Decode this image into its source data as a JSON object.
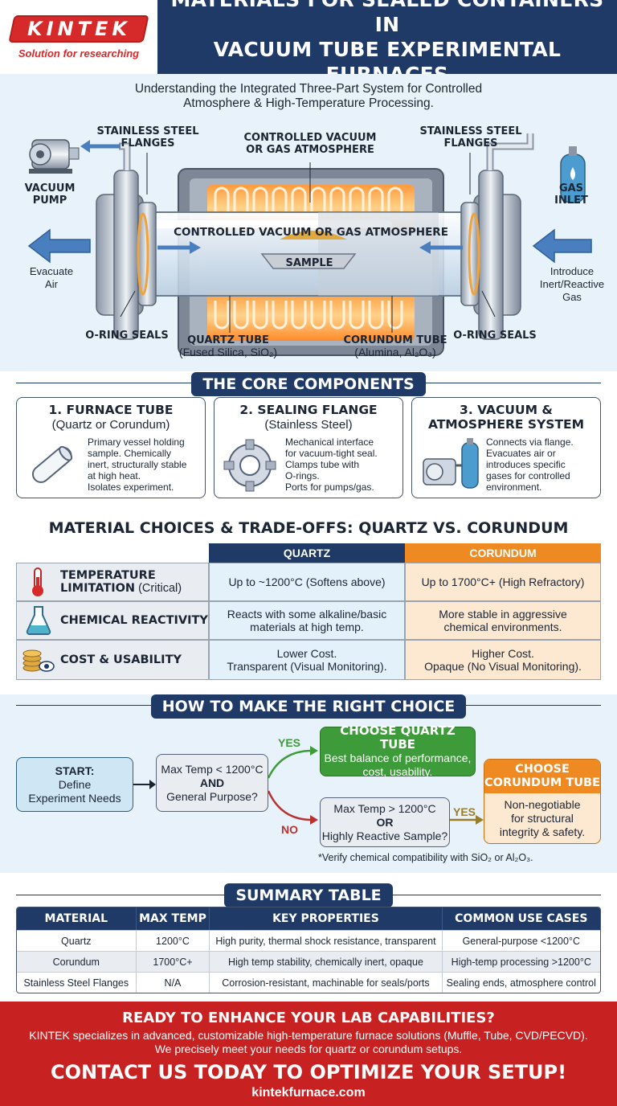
{
  "brand": {
    "name": "KINTEK",
    "tagline": "Solution for researching"
  },
  "header": {
    "title_line1": "MATERIALS FOR SEALED CONTAINERS IN",
    "title_line2": "VACUUM TUBE EXPERIMENTAL FURNACES"
  },
  "diagram": {
    "subtitle_line1": "Understanding the Integrated Three-Part System for Controlled",
    "subtitle_line2": "Atmosphere & High-Temperature Processing.",
    "labels": {
      "flanges_left_1": "STAINLESS STEEL",
      "flanges_left_2": "FLANGES",
      "atmosphere_top_1": "CONTROLLED VACUUM",
      "atmosphere_top_2": "OR GAS ATMOSPHERE",
      "flanges_right_1": "STAINLESS STEEL",
      "flanges_right_2": "FLANGES",
      "vacuum_pump_1": "VACUUM",
      "vacuum_pump_2": "PUMP",
      "gas_inlet_1": "GAS",
      "gas_inlet_2": "INLET",
      "tube_atmosphere": "CONTROLLED VACUUM OR GAS ATMOSPHERE",
      "sample": "SAMPLE",
      "evacuate_1": "Evacuate",
      "evacuate_2": "Air",
      "introduce_1": "Introduce",
      "introduce_2": "Inert/Reactive",
      "introduce_3": "Gas",
      "oring_left": "O-RING SEALS",
      "oring_right": "O-RING SEALS",
      "quartz_1": "QUARTZ TUBE",
      "quartz_2": "(Fused Silica, SiO₂)",
      "corundum_1": "CORUNDUM TUBE",
      "corundum_2": "(Alumina, Al₂O₃)"
    }
  },
  "core": {
    "heading": "THE CORE COMPONENTS",
    "cards": [
      {
        "title": "1. FURNACE TUBE",
        "subtitle": "(Quartz or Corundum)",
        "lines": [
          "Primary vessel holding",
          "sample. Chemically",
          "inert, structurally stable",
          "at high heat.",
          "Isolates experiment."
        ],
        "icon": "tube-icon"
      },
      {
        "title": "2. SEALING FLANGE",
        "subtitle": "(Stainless Steel)",
        "lines": [
          "Mechanical interface",
          "for vacuum-tight seal.",
          "Clamps tube with",
          "O-rings.",
          "Ports for pumps/gas."
        ],
        "icon": "flange-icon"
      },
      {
        "title_1": "3. VACUUM &",
        "title_2": "ATMOSPHERE SYSTEM",
        "lines": [
          "Connects via flange.",
          "Evacuates air or",
          "introduces specific",
          "gases for controlled",
          "environment."
        ],
        "icon": "pump-cylinder-icon"
      }
    ]
  },
  "materials": {
    "heading": "MATERIAL CHOICES & TRADE-OFFS: QUARTZ VS. CORUNDUM",
    "columns": [
      "QUARTZ",
      "CORUNDUM"
    ],
    "rows": [
      {
        "label_1": "TEMPERATURE",
        "label_2": "LIMITATION",
        "label_2b": " (Critical)",
        "quartz": "Up to ~1200°C (Softens above)",
        "corundum": "Up to 1700°C+ (High Refractory)",
        "icon": "thermometer-icon"
      },
      {
        "label_1": "CHEMICAL REACTIVITY",
        "quartz_1": "Reacts with some alkaline/basic",
        "quartz_2": "materials at high temp.",
        "corundum_1": "More stable in aggressive",
        "corundum_2": "chemical environments.",
        "icon": "flask-icon"
      },
      {
        "label_1": "COST & USABILITY",
        "quartz_1": "Lower Cost.",
        "quartz_2": "Transparent (Visual Monitoring).",
        "corundum_1": "Higher Cost.",
        "corundum_2": "Opaque (No Visual Monitoring).",
        "icon": "coins-eye-icon"
      }
    ]
  },
  "choice": {
    "heading": "HOW TO MAKE THE RIGHT CHOICE",
    "start_1": "START:",
    "start_2": "Define",
    "start_3": "Experiment Needs",
    "q1_1": "Max Temp < 1200°C",
    "q1_2": "AND",
    "q1_3": "General Purpose?",
    "yes_1": "YES",
    "no": "NO",
    "quartz_title": "CHOOSE QUARTZ TUBE",
    "quartz_1": "Best balance of performance,",
    "quartz_2": "cost, usability.",
    "q2_1": "Max Temp > 1200°C",
    "q2_2": "OR",
    "q2_3": "Highly Reactive Sample?",
    "yes_2": "YES",
    "corundum_title_1": "CHOOSE",
    "corundum_title_2": "CORUNDUM TUBE",
    "corundum_1": "Non-negotiable",
    "corundum_2": "for structural",
    "corundum_3": "integrity & safety.",
    "note": "*Verify chemical compatibility with SiO₂ or Al₂O₃."
  },
  "summary": {
    "heading": "SUMMARY TABLE",
    "headers": [
      "MATERIAL",
      "MAX TEMP",
      "KEY PROPERTIES",
      "COMMON USE CASES"
    ],
    "rows": [
      [
        "Quartz",
        "1200°C",
        "High purity, thermal shock resistance, transparent",
        "General-purpose <1200°C"
      ],
      [
        "Corundum",
        "1700°C+",
        "High temp stability, chemically inert, opaque",
        "High-temp processing >1200°C"
      ],
      [
        "Stainless Steel Flanges",
        "N/A",
        "Corrosion-resistant, machinable for seals/ports",
        "Sealing ends, atmosphere control"
      ]
    ]
  },
  "footer": {
    "line1": "READY TO ENHANCE YOUR LAB CAPABILITIES?",
    "line2": "KINTEK specializes in advanced, customizable high-temperature furnace solutions (Muffle, Tube, CVD/PECVD).",
    "line3": "We precisely meet your needs for quartz or corundum setups.",
    "cta": "CONTACT US TODAY TO OPTIMIZE YOUR SETUP!",
    "url": "kintekfurnace.com"
  },
  "colors": {
    "navy": "#1f3a66",
    "red": "#c82121",
    "orange": "#ef8a23",
    "green": "#3e9b3a",
    "light_blue": "#e7f2fa"
  }
}
